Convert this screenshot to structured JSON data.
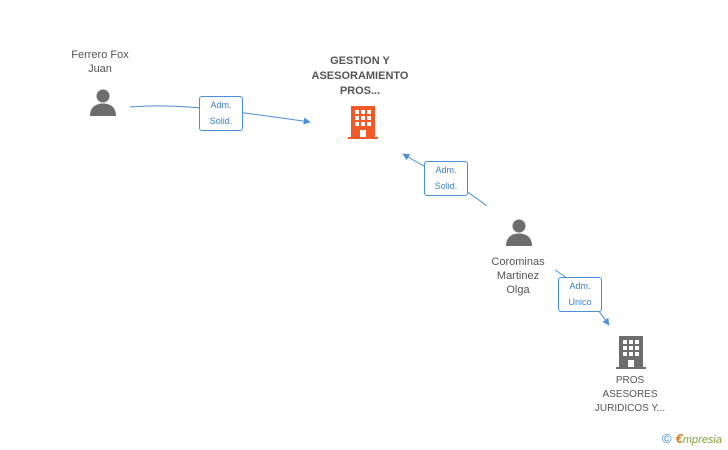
{
  "nodes": {
    "ferrero": {
      "label": "Ferrero Fox\nJuan",
      "icon": "person-icon"
    },
    "gestion": {
      "label": "GESTION Y\nASESORAMIENTO\nPROS...",
      "icon": "building-icon",
      "color": "#f05a28"
    },
    "corominas": {
      "label": "Corominas\nMartinez\nOlga",
      "icon": "person-icon"
    },
    "pros": {
      "label": "PROS\nASESORES\nJURIDICOS Y...",
      "icon": "building-icon",
      "color": "#6d6d6d"
    }
  },
  "edges": [
    {
      "from": "ferrero",
      "to": "gestion",
      "label": "Adm.\nSolid."
    },
    {
      "from": "corominas",
      "to": "gestion",
      "label": "Adm.\nSolid."
    },
    {
      "from": "corominas",
      "to": "pros",
      "label": "Adm.\nUnico"
    }
  ],
  "footer": {
    "copyright_symbol": "©",
    "brand_initial": "€",
    "brand_rest": "mpresia"
  },
  "colors": {
    "edge": "#4a8fd8",
    "person": "#6d6d6d"
  }
}
